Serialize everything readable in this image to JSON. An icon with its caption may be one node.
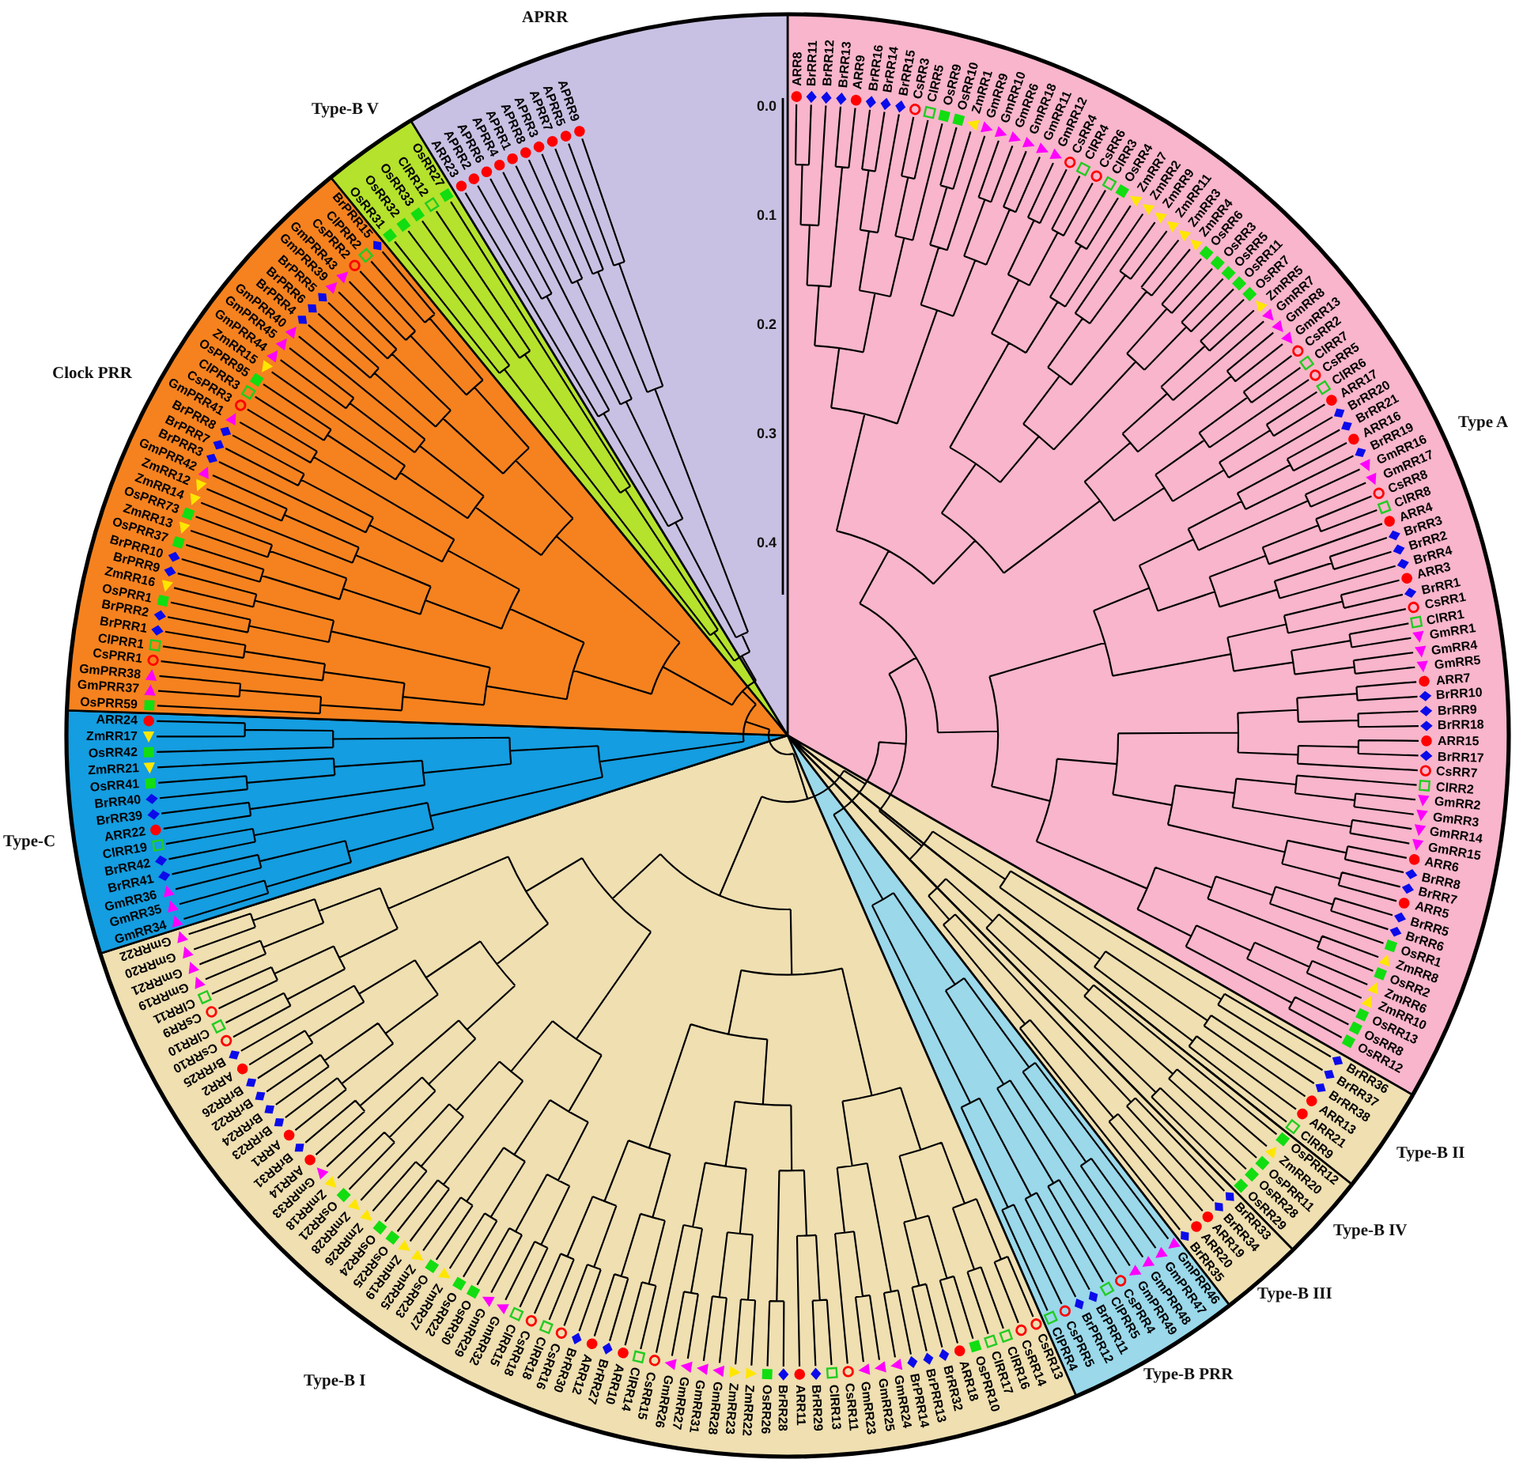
{
  "diagram": {
    "nodes": [
      {
        "text": [
          "Type A",
          "ARR8",
          "BrRR11",
          "BrRR12",
          "BrRR13",
          "ARR9",
          "BrRR16",
          "BrRR14",
          "BrRR15",
          "CsRR3",
          "ClRR5",
          "OsRR9",
          "OsRR10",
          "ZmRR1",
          "GmRR9",
          "GmRR10",
          "GmRR6",
          "GmRR18",
          "GmRR11",
          "GmRR12",
          "CsRR4",
          "ClRR4",
          "CsRR6",
          "ClRR3",
          "OsRR4",
          "ZmRR7",
          "ZmRR2",
          "ZmRR9",
          "ZmRR11",
          "ZmRR3",
          "ZmRR4",
          "OsRR6",
          "OsRR3",
          "OsRR5",
          "OsRR11",
          "OsRR7",
          "ZmRR5",
          "GmRR7",
          "GmRR8",
          "GmRR13",
          "CsRR2",
          "ClRR7",
          "CsRR5",
          "ClRR6",
          "ARR17",
          "BrRR20",
          "BrRR21",
          "ARR16",
          "BrRR19",
          "GmRR16",
          "GmRR17",
          "CsRR8",
          "ClRR8",
          "ARR4",
          "BrRR3",
          "BrRR2",
          "BrRR4",
          "ARR3",
          "BrRR1",
          "CsRR1",
          "ClRR1",
          "GmRR1",
          "GmRR4",
          "GmRR5",
          "ARR7",
          "BrRR10",
          "BrRR9",
          "BrRR18",
          "ARR15",
          "BrRR17",
          "CsRR7",
          "ClRR2",
          "GmRR2",
          "GmRR3",
          "GmRR14",
          "GmRR15",
          "ARR6",
          "BrRR8",
          "BrRR7",
          "ARR5",
          "BrRR5",
          "BrRR6",
          "OsRR1",
          "ZmRR8",
          "OsRR2",
          "ZmRR6",
          "ZmRR10",
          "OsRR13",
          "OsRR8",
          "OsRR12"
        ]
      },
      {
        "text": [
          "Type-B II",
          "BrRR36",
          "BrRR37",
          "BrRR38",
          "ARR13",
          "ARR21",
          "ClRR9"
        ]
      },
      {
        "text": [
          "Type-B IV",
          "OsPRR12",
          "ZmRR20",
          "OsPRR11",
          "OsRR28",
          "OsRR29"
        ]
      },
      {
        "text": [
          "Type-B III",
          "BrRR33",
          "BrRR34",
          "ARR19",
          "ARR20",
          "BrRR35"
        ]
      },
      {
        "text": [
          "Type-B PRR",
          "GmPRR46",
          "GmPRR47",
          "GmPRR48",
          "GmPRR49",
          "CsPRR4",
          "ClPRR5",
          "BrPRR11",
          "BrPRR12",
          "CsPRR5",
          "ClPRR4"
        ]
      },
      {
        "text": [
          "Type-B I",
          "CsRR13",
          "CsRR14",
          "ClRR16",
          "ClRR17",
          "OsPRR10",
          "ARR18",
          "BrRR32",
          "BrPRR13",
          "BrPRR14",
          "GmRR24",
          "GmRR25",
          "GmRR23",
          "CsRR11",
          "ClRR13",
          "BrRR29",
          "ARR11",
          "BrRR28",
          "OsRR26",
          "ZmRR22",
          "ZmRR23",
          "GmRR28",
          "GmRR31",
          "GmRR27",
          "GmRR26",
          "CsRR15",
          "ClRR14",
          "ARR10",
          "BrRR27",
          "ARR12",
          "BrRR30",
          "CsRR16",
          "ClRR18",
          "CsRR18",
          "ClRR15",
          "GmRR32",
          "GmRR29",
          "OsRR30",
          "OsRR22",
          "ZmRR27",
          "OsRR23",
          "ZmRR25",
          "ZmRR19",
          "OsRR25",
          "OsRR24",
          "ZmRR26",
          "ZmRR28",
          "OsRR21",
          "ZmRR18",
          "GmRR33",
          "ARR14",
          "BrRR31",
          "ARR1",
          "BrRR23",
          "BrRR24",
          "BrRR22",
          "BrRR26",
          "ARR2",
          "BrRR25",
          "CsRR10",
          "ClRR10",
          "CsRR9",
          "ClRR11",
          "GmRR19",
          "GmRR21",
          "GmRR20",
          "GmRR22"
        ]
      },
      {
        "text": [
          "Type-C",
          "GmRR34",
          "GmRR35",
          "GmRR36",
          "BrRR41",
          "BrRR42",
          "ClRR19",
          "ARR22",
          "BrRR39",
          "BrRR40",
          "OsRR41",
          "ZmRR21",
          "OsRR42",
          "ZmRR17",
          "ARR24"
        ]
      },
      {
        "text": [
          "Clock PRR",
          "OsPRR59",
          "GmPRR37",
          "GmPRR38",
          "CsPRR1",
          "ClPRR1",
          "BrPRR1",
          "BrPRR2",
          "OsPRR1",
          "ZmRR16",
          "BrPRR9",
          "BrPRR10",
          "OsPRR37",
          "ZmRR13",
          "OsPRR73",
          "ZmRR14",
          "ZmRR12",
          "GmPRR42",
          "BrPRR3",
          "BrPRR7",
          "BrPRR8",
          "GmPRR41",
          "CsPRR3",
          "ClPRR3",
          "OsPRR95",
          "ZmRR15",
          "GmPRR44",
          "GmPRR45",
          "GmPRR40",
          "BrPRR4",
          "BrPRR6",
          "BrPRR5",
          "GmPRR39",
          "GmPRR43",
          "CsPRR2",
          "ClPRR2",
          "BrPRR15"
        ]
      },
      {
        "text": [
          "Type-B V",
          "OsRR31",
          "OsRR32",
          "OsRR33",
          "ClRR12",
          "OsRR27"
        ]
      },
      {
        "text": [
          "APRR",
          "ARR23",
          "APRR2",
          "APRR6",
          "APRR4",
          "APRR1",
          "APRR8",
          "APRR3",
          "APRR7",
          "APRR5",
          "APRR9"
        ]
      }
    ],
    "labels": [
      "0.0",
      "0.1",
      "0.2",
      "0.3",
      "0.4"
    ]
  }
}
